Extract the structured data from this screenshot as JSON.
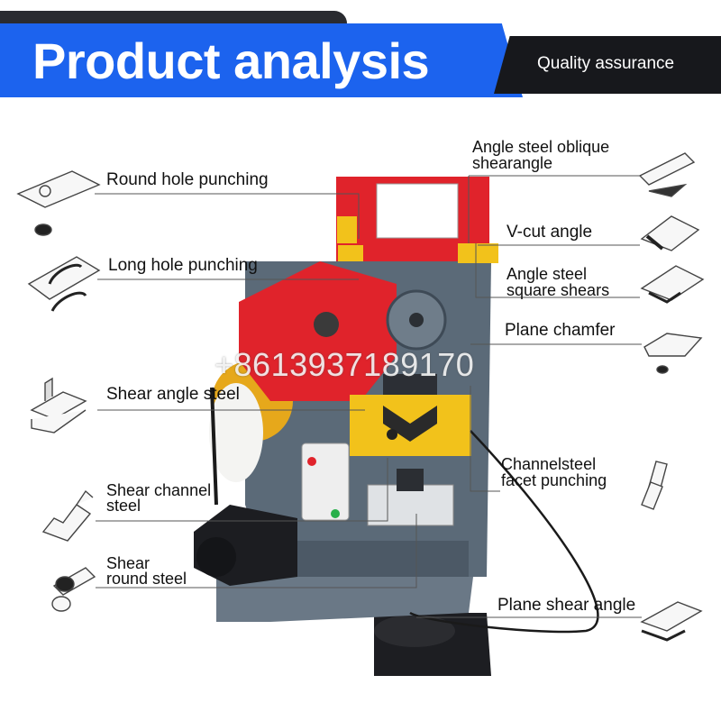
{
  "banner": {
    "title": "Product analysis",
    "badge": "Quality assurance"
  },
  "labels": {
    "round_hole": "Round hole punching",
    "long_hole": "Long hole punching",
    "shear_angle": "Shear angle steel",
    "shear_channel_1": "Shear channel",
    "shear_channel_2": "steel",
    "shear_round_1": "Shear",
    "shear_round_2": "round steel",
    "oblique_1": "Angle steel oblique",
    "oblique_2": "shearangle",
    "vcut": "V-cut angle",
    "square_1": "Angle steel",
    "square_2": "square shears",
    "chamfer": "Plane chamfer",
    "channel_facet_1": "Channelsteel",
    "channel_facet_2": "facet punching",
    "plane_shear": "Plane shear angle"
  },
  "watermark": "+8613937189170",
  "colors": {
    "banner_blue": "#1c63ee",
    "banner_dark": "#2a2b30",
    "machine_gray": "#5b6a78",
    "accent_red": "#e0232b",
    "accent_yellow": "#f2c21b"
  }
}
